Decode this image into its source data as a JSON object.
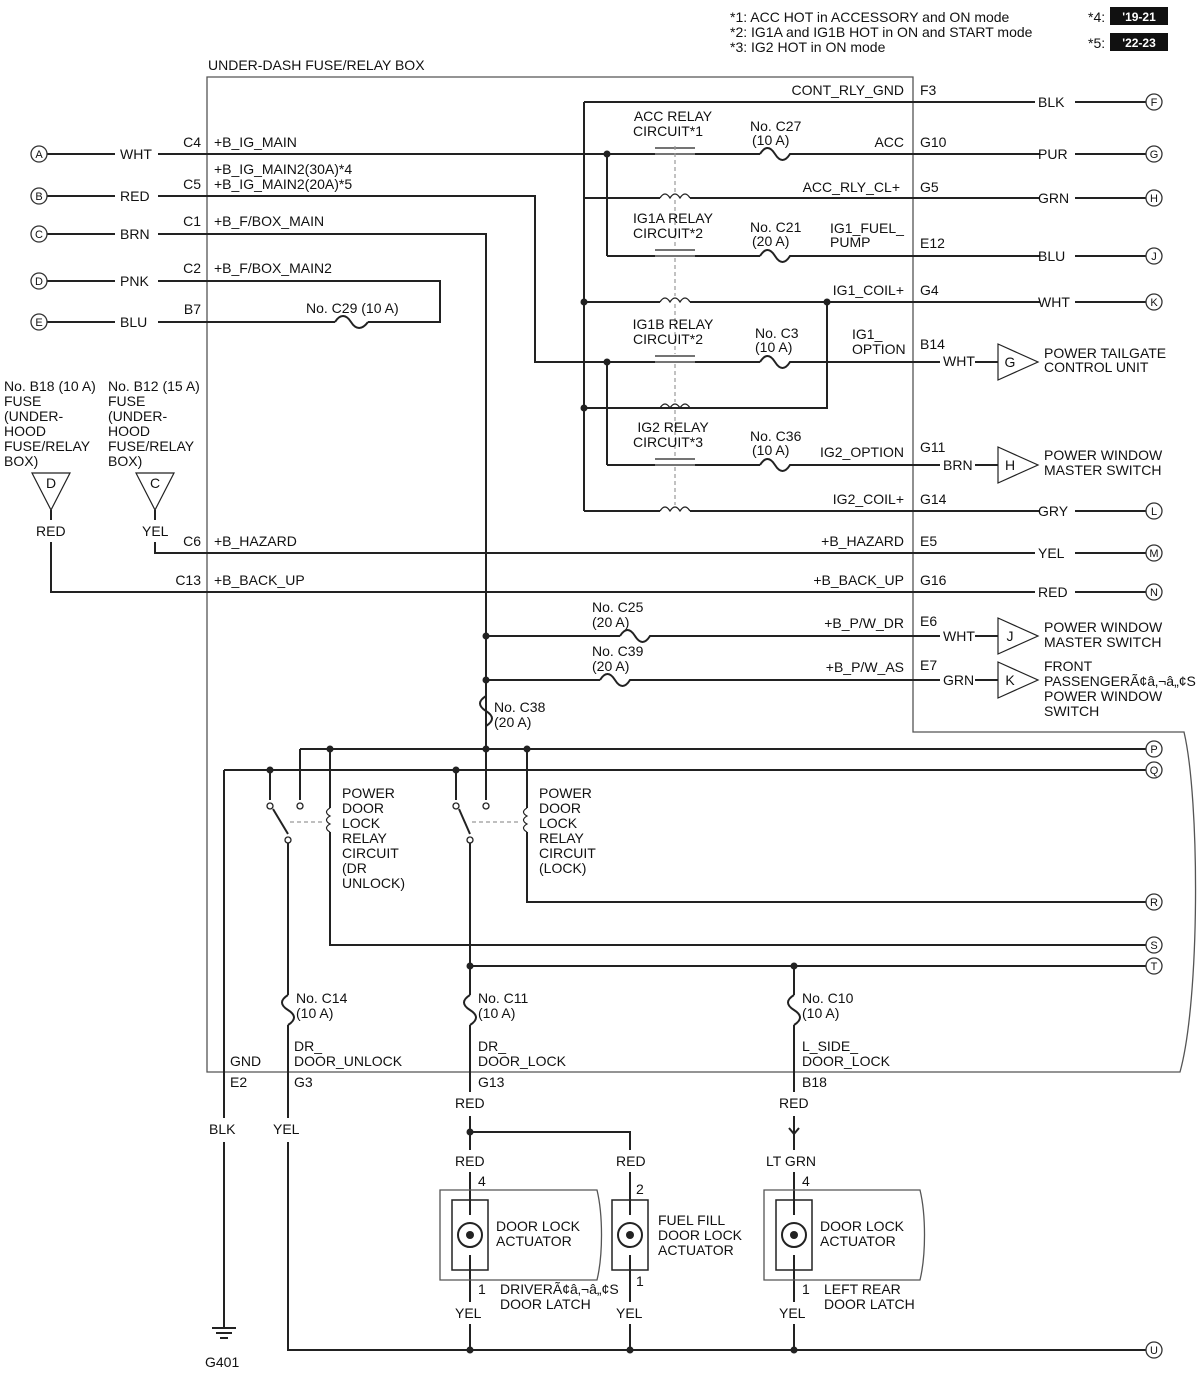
{
  "notes": {
    "n1": "*1: ACC HOT in ACCESSORY and ON mode",
    "n2": "*2: IG1A and IG1B HOT in ON and START mode",
    "n3": "*3: IG2 HOT in ON mode",
    "n4_key": "*4:",
    "n4_val": "'19-21",
    "n5_key": "*5:",
    "n5_val": "'22-23"
  },
  "box_title": "UNDER-DASH FUSE/RELAY BOX",
  "left_inputs": [
    {
      "id": "A",
      "color": "WHT",
      "pin": "C4",
      "signal": "+B_IG_MAIN"
    },
    {
      "id": "B",
      "color": "RED",
      "pin": "C5",
      "signal": "+B_IG_MAIN2(20A)*5",
      "signal2": "+B_IG_MAIN2(30A)*4"
    },
    {
      "id": "C",
      "color": "BRN",
      "pin": "C1",
      "signal": "+B_F/BOX_MAIN"
    },
    {
      "id": "D",
      "color": "PNK",
      "pin": "C2",
      "signal": "+B_F/BOX_MAIN2"
    },
    {
      "id": "E",
      "color": "BLU",
      "pin": "B7",
      "signal": ""
    }
  ],
  "fuse_c29": "No. C29 (10 A)",
  "relays": {
    "acc_l1": "ACC RELAY",
    "acc_l2": "CIRCUIT*1",
    "ig1a_l1": "IG1A RELAY",
    "ig1a_l2": "CIRCUIT*2",
    "ig1b_l1": "IG1B RELAY",
    "ig1b_l2": "CIRCUIT*2",
    "ig2_l1": "IG2 RELAY",
    "ig2_l2": "CIRCUIT*3"
  },
  "fuses": {
    "c27_a": "No. C27",
    "c27_b": "(10 A)",
    "c21_a": "No. C21",
    "c21_b": "(20 A)",
    "c3_a": "No. C3",
    "c3_b": "(10 A)",
    "c36_a": "No. C36",
    "c36_b": "(10 A)",
    "c25_a": "No. C25",
    "c25_b": "(20 A)",
    "c39_a": "No. C39",
    "c39_b": "(20 A)",
    "c38_a": "No. C38",
    "c38_b": "(20 A)",
    "c14_a": "No. C14",
    "c14_b": "(10 A)",
    "c11_a": "No. C11",
    "c11_b": "(10 A)",
    "c10_a": "No. C10",
    "c10_b": "(10 A)"
  },
  "right_outputs": [
    {
      "id": "F",
      "signal": "CONT_RLY_GND",
      "pin": "F3",
      "color": "BLK"
    },
    {
      "id": "G",
      "signal": "ACC",
      "pin": "G10",
      "color": "PUR"
    },
    {
      "id": "H",
      "signal": "ACC_RLY_CL+",
      "pin": "G5",
      "color": "GRN"
    },
    {
      "id": "J",
      "signal": "IG1_FUEL_",
      "signal2": "PUMP",
      "pin": "E12",
      "color": "BLU"
    },
    {
      "id": "K",
      "signal": "IG1_COIL+",
      "pin": "G4",
      "color": "WHT"
    },
    {
      "id": "L",
      "signal": "IG2_COIL+",
      "pin": "G14",
      "color": "GRY"
    },
    {
      "id": "M",
      "signal": "+B_HAZARD",
      "pin": "E5",
      "color": "YEL"
    },
    {
      "id": "N",
      "signal": "+B_BACK_UP",
      "pin": "G16",
      "color": "RED"
    }
  ],
  "device_outputs": [
    {
      "tri": "G",
      "signal": "IG1_",
      "signal2": "OPTION",
      "pin": "B14",
      "color": "WHT",
      "dev1": "POWER TAILGATE",
      "dev2": "CONTROL UNIT",
      "dev3": "",
      "dev4": ""
    },
    {
      "tri": "H",
      "signal": "IG2_OPTION",
      "signal2": "",
      "pin": "G11",
      "color": "BRN",
      "dev1": "POWER WINDOW",
      "dev2": "MASTER SWITCH",
      "dev3": "",
      "dev4": ""
    },
    {
      "tri": "J",
      "signal": "+B_P/W_DR",
      "signal2": "",
      "pin": "E6",
      "color": "WHT",
      "dev1": "POWER WINDOW",
      "dev2": "MASTER SWITCH",
      "dev3": "",
      "dev4": ""
    },
    {
      "tri": "K",
      "signal": "+B_P/W_AS",
      "signal2": "",
      "pin": "E7",
      "color": "GRN",
      "dev1": "FRONT",
      "dev2": "PASSENGERÃ¢â‚¬â„¢S",
      "dev3": "POWER WINDOW",
      "dev4": "SWITCH"
    }
  ],
  "hood_fuses": [
    {
      "l1": "No. B18 (10 A)",
      "l2": "FUSE",
      "l3": "(UNDER-",
      "l4": "HOOD",
      "l5": "FUSE/RELAY",
      "l6": "BOX)",
      "tri": "D",
      "color": "RED"
    },
    {
      "l1": "No. B12 (15 A)",
      "l2": "FUSE",
      "l3": "(UNDER-",
      "l4": "HOOD",
      "l5": "FUSE/RELAY",
      "l6": "BOX)",
      "tri": "C",
      "color": "YEL"
    }
  ],
  "hazard": {
    "pin": "C6",
    "signal": "+B_HAZARD"
  },
  "backup": {
    "pin": "C13",
    "signal": "+B_BACK_UP"
  },
  "pdl_unlock": {
    "l1": "POWER",
    "l2": "DOOR",
    "l3": "LOCK",
    "l4": "RELAY",
    "l5": "CIRCUIT",
    "l6": "(DR",
    "l7": "UNLOCK)"
  },
  "pdl_lock": {
    "l1": "POWER",
    "l2": "DOOR",
    "l3": "LOCK",
    "l4": "RELAY",
    "l5": "CIRCUIT",
    "l6": "(LOCK)"
  },
  "lower_ids": [
    "P",
    "Q",
    "R",
    "S",
    "T",
    "U"
  ],
  "bottom_pins": [
    {
      "signal": "GND",
      "signal2": "",
      "pin": "E2"
    },
    {
      "signal": "DR_",
      "signal2": "DOOR_UNLOCK",
      "pin": "G3"
    },
    {
      "signal": "DR_",
      "signal2": "DOOR_LOCK",
      "pin": "G13"
    },
    {
      "signal": "L_SIDE_",
      "signal2": "DOOR_LOCK",
      "pin": "B18"
    }
  ],
  "wire_colors": {
    "blk": "BLK",
    "yel": "YEL",
    "red_g13": "RED",
    "red_b18": "RED",
    "red_a1": "RED",
    "red_a2": "RED",
    "ltgrn": "LT GRN",
    "yel_a1": "YEL",
    "yel_a2": "YEL",
    "yel_a3": "YEL"
  },
  "actuators": [
    {
      "pin_top": "4",
      "pin_bot": "1",
      "l1": "DOOR LOCK",
      "l2": "ACTUATOR",
      "l3": "",
      "cap1": "DRIVERÃ¢â‚¬â„¢S",
      "cap2": "DOOR LATCH"
    },
    {
      "pin_top": "2",
      "pin_bot": "1",
      "l1": "FUEL FILL",
      "l2": "DOOR LOCK",
      "l3": "ACTUATOR",
      "cap1": "",
      "cap2": ""
    },
    {
      "pin_top": "4",
      "pin_bot": "1",
      "l1": "DOOR LOCK",
      "l2": "ACTUATOR",
      "l3": "",
      "cap1": "LEFT REAR",
      "cap2": "DOOR LATCH"
    }
  ],
  "ground": "G401"
}
